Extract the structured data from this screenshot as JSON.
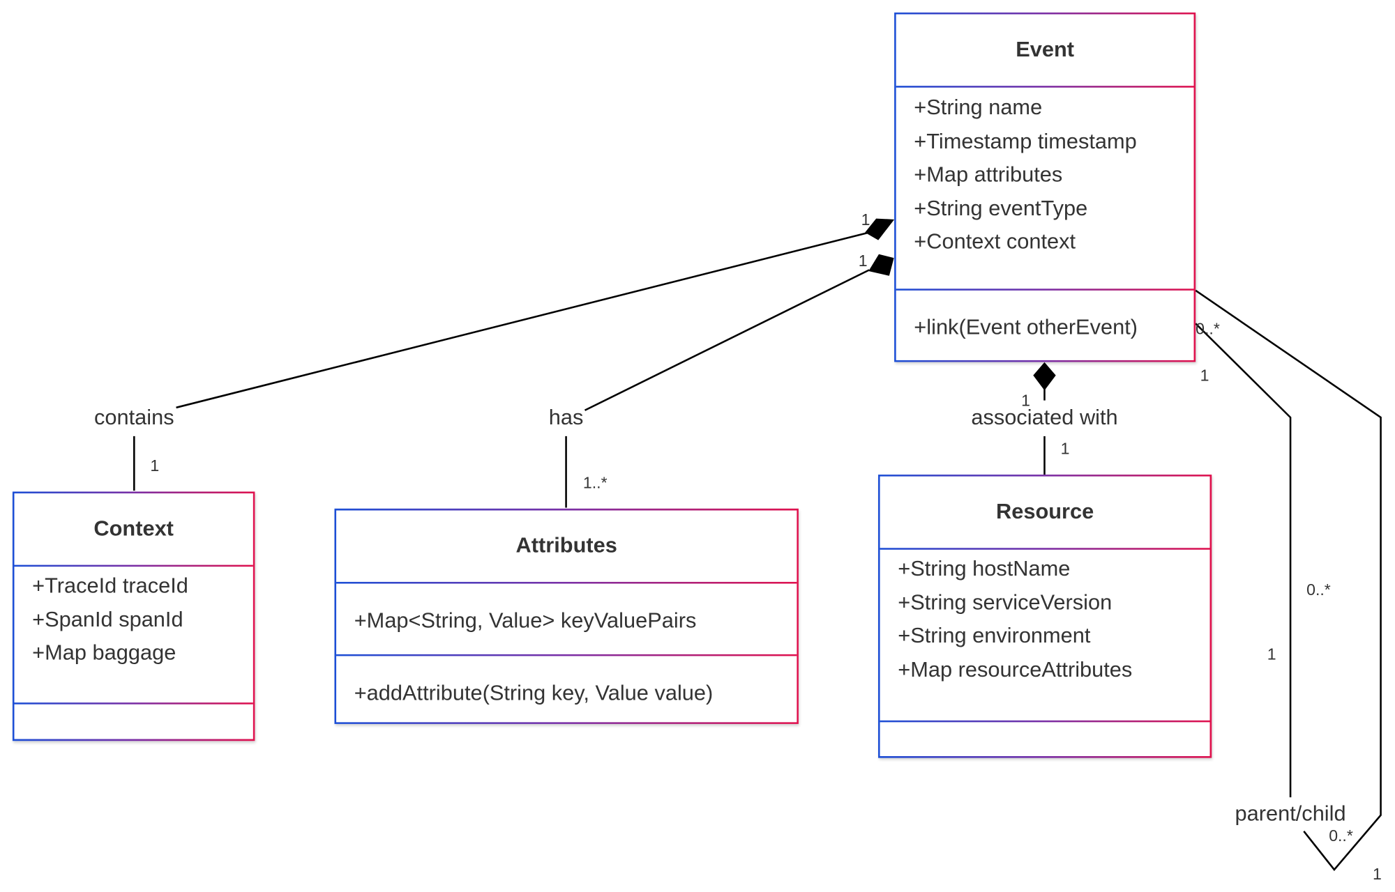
{
  "classes": {
    "event": {
      "name": "Event",
      "attributes": [
        "+String name",
        "+Timestamp timestamp",
        "+Map attributes",
        "+String eventType",
        "+Context context"
      ],
      "methods": [
        "+link(Event otherEvent)"
      ]
    },
    "context": {
      "name": "Context",
      "attributes": [
        "+TraceId traceId",
        "+SpanId spanId",
        "+Map baggage"
      ],
      "methods": []
    },
    "attributes": {
      "name": "Attributes",
      "attributes": [
        "+Map<String, Value> keyValuePairs"
      ],
      "methods": [
        "+addAttribute(String key, Value value)"
      ]
    },
    "resource": {
      "name": "Resource",
      "attributes": [
        "+String hostName",
        "+String serviceVersion",
        "+String environment",
        "+Map resourceAttributes"
      ],
      "methods": []
    }
  },
  "relations": {
    "contains": {
      "label": "contains",
      "from_mult": "1",
      "to_mult": "1"
    },
    "has": {
      "label": "has",
      "from_mult": "1",
      "to_mult": "1..*"
    },
    "associated": {
      "label": "associated with",
      "from_mult": "1",
      "to_mult": "1"
    },
    "parent_child": {
      "label": "parent/child",
      "mult_a": "0..*",
      "mult_b": "1",
      "mult_c": "0..*",
      "mult_d": "1",
      "mult_e": "0..*",
      "mult_f": "1"
    }
  }
}
